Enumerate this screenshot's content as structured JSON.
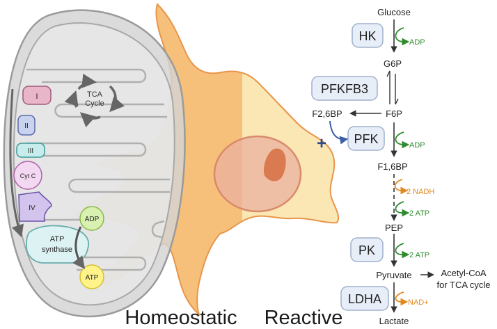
{
  "mito": {
    "complexes": [
      "I",
      "II",
      "III",
      "Cyt C",
      "IV"
    ],
    "tca": {
      "line1": "TCA",
      "line2": "Cycle"
    },
    "atp_synthase": {
      "line1": "ATP",
      "line2": "synthase"
    },
    "adp": "ADP",
    "atp": "ATP"
  },
  "labels": {
    "homeostatic": "Homeostatic",
    "reactive": "Reactive"
  },
  "pathway": {
    "metabolites": {
      "glucose": "Glucose",
      "g6p": "G6P",
      "f6p": "F6P",
      "f26bp": "F2,6BP",
      "f16bp": "F1,6BP",
      "pep": "PEP",
      "pyruvate": "Pyruvate",
      "lactate": "Lactate"
    },
    "enzymes": {
      "hk": "HK",
      "pfkfb3": "PFKFB3",
      "pfk": "PFK",
      "pk": "PK",
      "ldha": "LDHA"
    },
    "cofactors": {
      "hk_adp": "ADP",
      "pfk_adp": "ADP",
      "nadh": "2 NADH",
      "atp1": "2 ATP",
      "atp2": "2 ATP",
      "nad": "NAD+"
    },
    "acetyl": {
      "line1": "Acetyl-CoA",
      "line2": "for TCA cycle"
    },
    "plus": "+"
  },
  "colors": {
    "green": "#2e8b2e",
    "orange": "#e08a1e",
    "blue": "#3d5fa8",
    "enzyme_fill": "#e8eef8",
    "enzyme_stroke": "#9fb0cc"
  }
}
